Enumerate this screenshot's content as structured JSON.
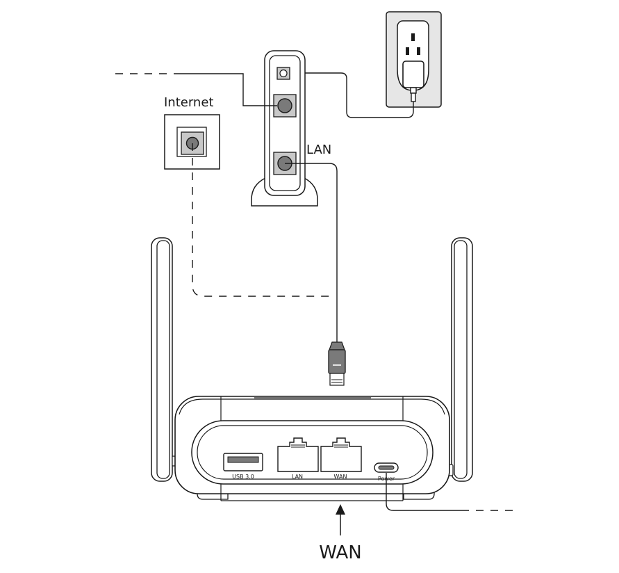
{
  "labels": {
    "internet": "Internet",
    "modem_lan": "LAN",
    "wan_arrow": "WAN"
  },
  "router_ports": {
    "usb": "USB 3.0",
    "lan": "LAN",
    "wan": "WAN",
    "power": "Power"
  },
  "colors": {
    "stroke": "#1a1a1a",
    "outlet_fill": "#e6e6e6",
    "port_fill": "#c8c8c8",
    "jack_fill": "#7a7a7a"
  }
}
